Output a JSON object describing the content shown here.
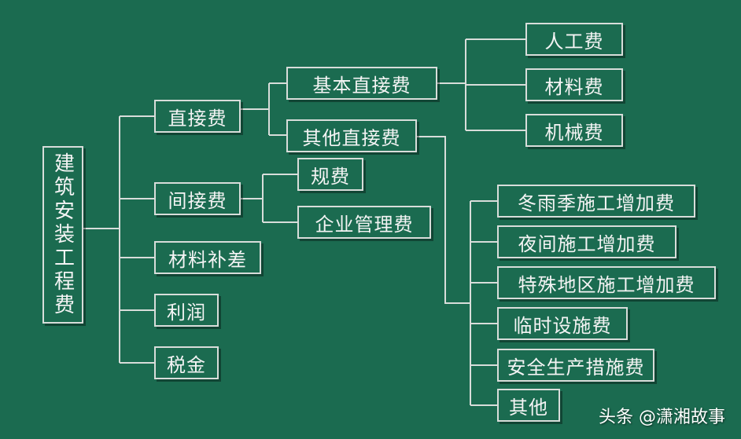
{
  "diagram": {
    "root": "建筑安装工程费",
    "level1": [
      "直接费",
      "间接费",
      "材料补差",
      "利润",
      "税金"
    ],
    "direct_children": [
      "基本直接费",
      "其他直接费"
    ],
    "basic_direct_children": [
      "人工费",
      "材料费",
      "机械费"
    ],
    "indirect_children": [
      "规费",
      "企业管理费"
    ],
    "other_direct_children": [
      "冬雨季施工增加费",
      "夜间施工增加费",
      "特殊地区施工增加费",
      "临时设施费",
      "安全生产措施费",
      "其他"
    ]
  },
  "colors": {
    "background": "#1b6b50",
    "line": "#d8ddda",
    "text": "#f4f4f4"
  },
  "watermark": "头条 @潇湘故事"
}
